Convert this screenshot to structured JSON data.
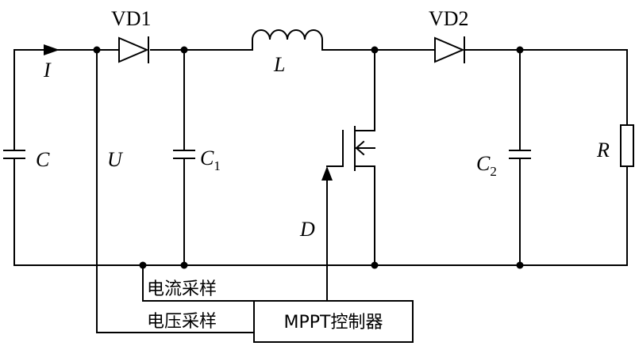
{
  "labels": {
    "vd1": "VD1",
    "vd2": "VD2",
    "current": "I",
    "cap_c": "C",
    "voltage": "U",
    "c1": "C",
    "c1_sub": "1",
    "inductor": "L",
    "duty": "D",
    "c2": "C",
    "c2_sub": "2",
    "resistor": "R",
    "current_sampling": "电流采样",
    "voltage_sampling": "电压采样",
    "controller": "MPPT控制器"
  }
}
